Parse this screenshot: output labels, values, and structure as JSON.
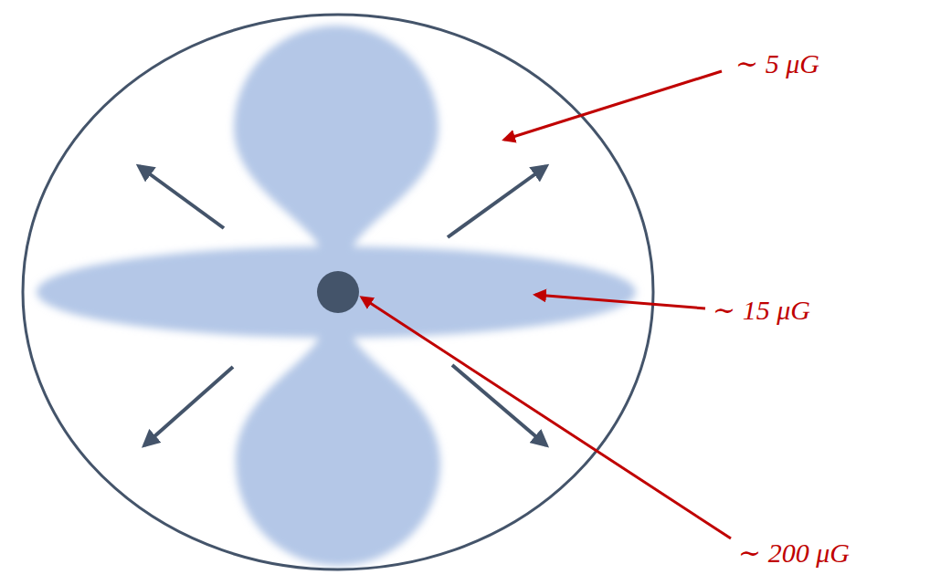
{
  "diagram": {
    "labels": [
      "∼ 5 μG",
      "∼ 15 μG",
      "∼ 200 μG"
    ]
  }
}
